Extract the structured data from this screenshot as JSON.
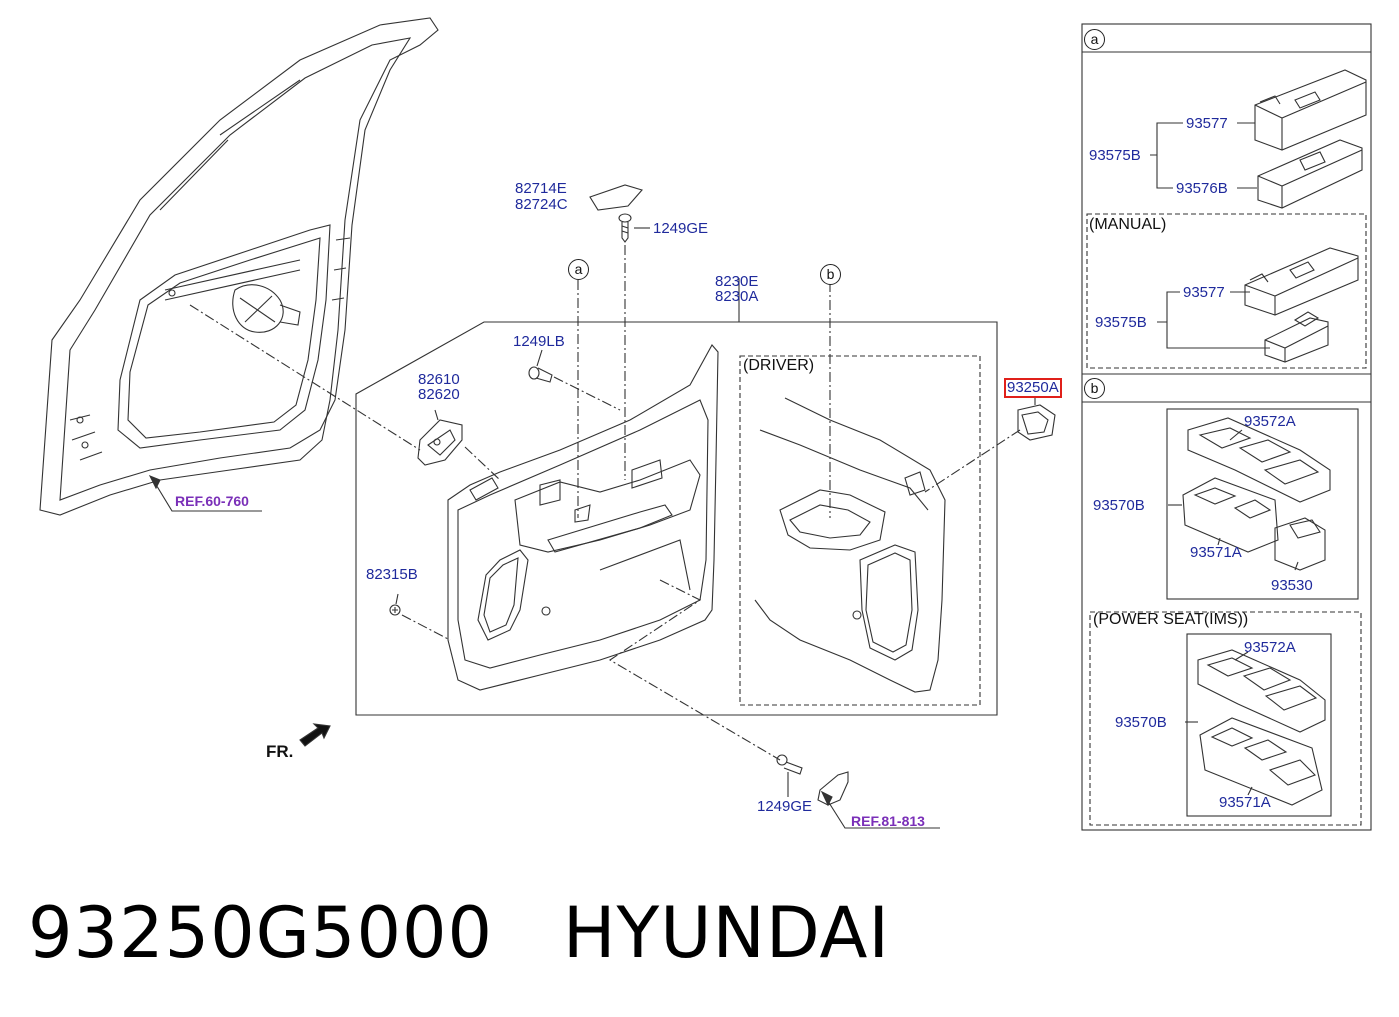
{
  "left_panel": {
    "labels": {
      "p82714e": "82714E",
      "p82724c": "82724C",
      "p1249ge_top": "1249GE",
      "p8230e": "8230E",
      "p8230a": "8230A",
      "p1249lb": "1249LB",
      "p82610": "82610",
      "p82620": "82620",
      "p82315b": "82315B",
      "p93250a": "93250A",
      "p1249ge_bottom": "1249GE"
    },
    "refs": {
      "ref_60_760": "REF.60-760",
      "ref_81_813": "REF.81-813"
    },
    "driver_label": "(DRIVER)",
    "marker_a": "a",
    "marker_b": "b",
    "front_indicator": "FR."
  },
  "right_panel": {
    "section_a": {
      "marker": "a",
      "labels": {
        "p93577": "93577",
        "p93575b": "93575B",
        "p93576b": "93576B"
      },
      "manual": {
        "title": "(MANUAL)",
        "p93577": "93577",
        "p93575b": "93575B"
      }
    },
    "section_b": {
      "marker": "b",
      "labels": {
        "p93572a": "93572A",
        "p93570b": "93570B",
        "p93571a": "93571A",
        "p93530": "93530"
      },
      "power_seat": {
        "title": "(POWER SEAT(IMS))",
        "p93572a": "93572A",
        "p93570b": "93570B",
        "p93571a": "93571A"
      }
    }
  },
  "footer": {
    "part_number": "93250G5000",
    "brand": "HYUNDAI"
  },
  "colors": {
    "part_label": "#1f2a9c",
    "ref_label": "#7a2fb8",
    "highlight_box": "#e0201a",
    "line": "#222222"
  }
}
